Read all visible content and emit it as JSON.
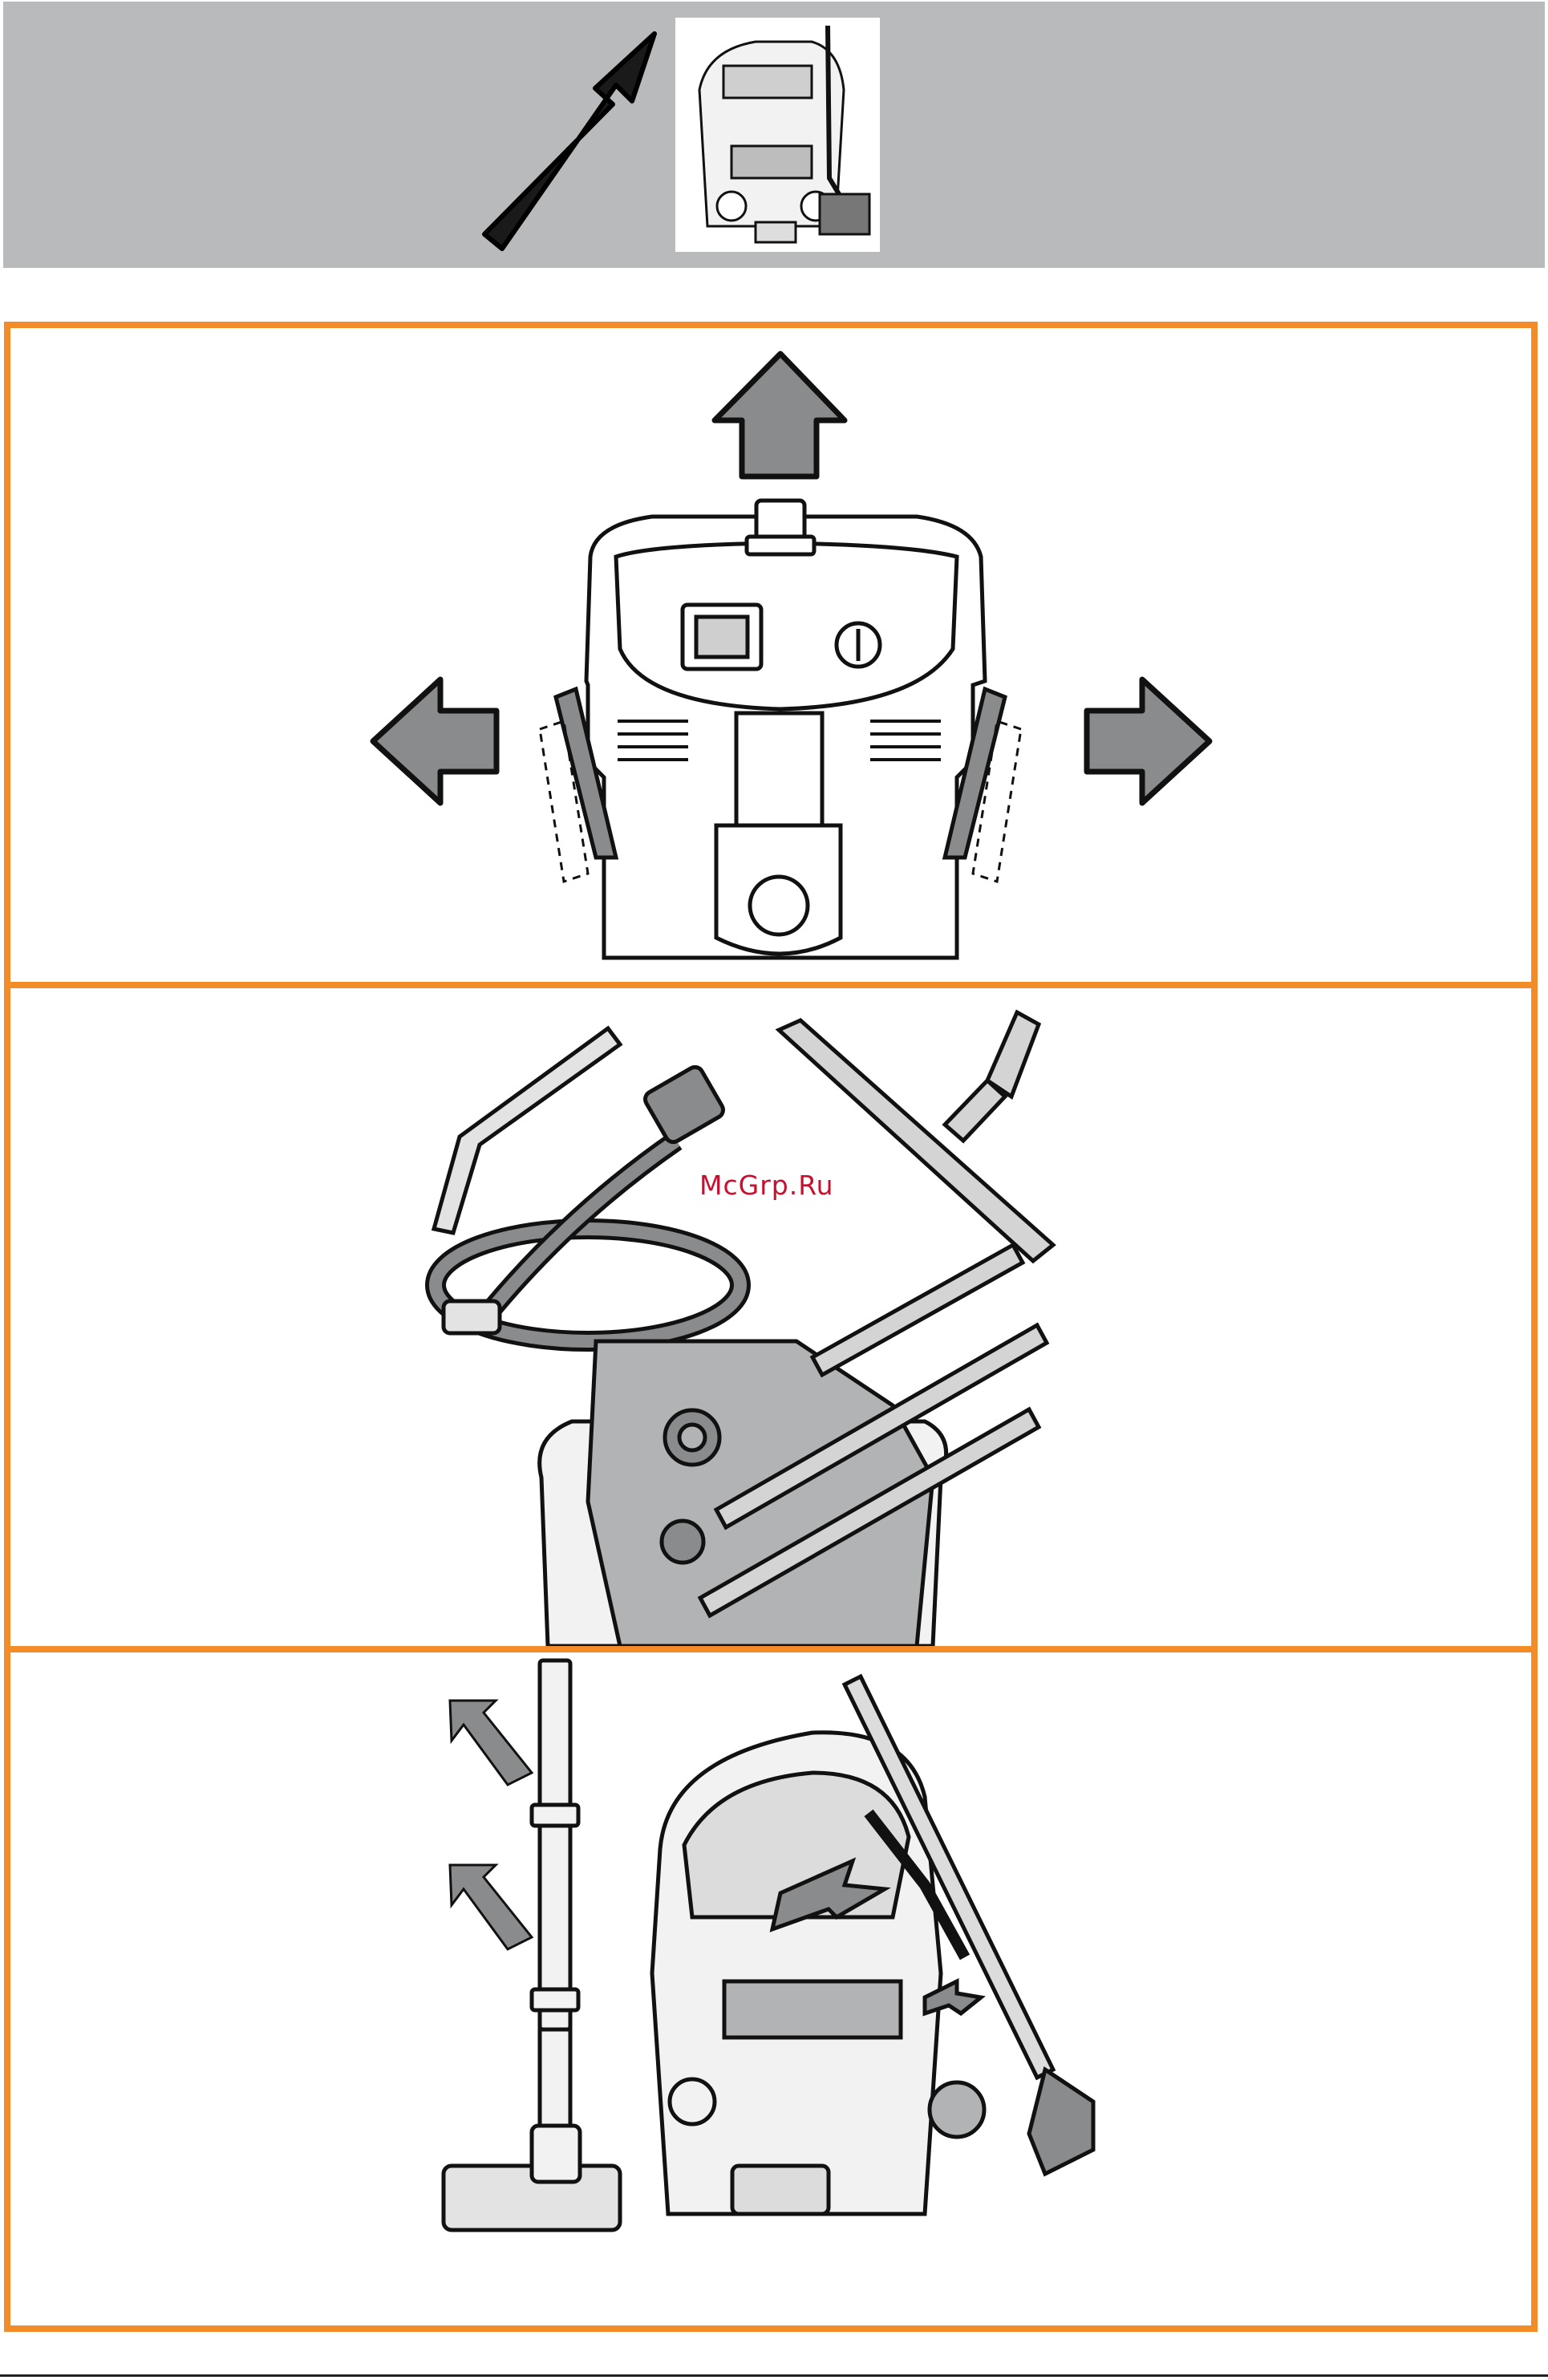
{
  "watermark": {
    "text": "McGrp.Ru"
  },
  "colors": {
    "header_band": "#b9babc",
    "panel_border": "#f28c28",
    "arrow_fill": "#8a8b8c",
    "bag_fill": "#b2b3b4",
    "watermark": "#c8102e"
  },
  "figures": [
    {
      "panel": "header",
      "icons": [
        "pointer-arrow-icon",
        "vacuum-thumbnail"
      ]
    },
    {
      "panel": "1",
      "icons": [
        "arrow-up-icon",
        "arrow-left-icon",
        "arrow-right-icon",
        "vacuum-lid-illustration"
      ]
    },
    {
      "panel": "2",
      "icons": [
        "suction-hose-illustration",
        "floor-nozzle-illustration",
        "extension-tube-illustration",
        "filter-bag-illustration"
      ]
    },
    {
      "panel": "3",
      "icons": [
        "press-arrow-icon",
        "suction-tube-illustration",
        "assembled-vacuum-illustration"
      ]
    }
  ]
}
